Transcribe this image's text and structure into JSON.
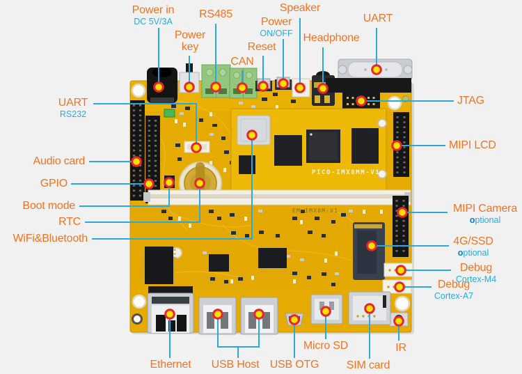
{
  "figure": "annotated single-board computer",
  "colors": {
    "background": "#f1f1f2",
    "label_orange": "#f4731f",
    "label_blue": "#29abe2",
    "line_blue": "#2aa9e0",
    "dot_fill": "#ffe000",
    "dot_ring": "#e5262c",
    "board_yellow": "#e6ab00"
  },
  "board": {
    "som_print": "PICO-IMX8MM-V1",
    "base_print": "EM-IMX8M-V1"
  },
  "callouts": {
    "power_in": {
      "label": "Power in",
      "sub": "DC 5V/3A"
    },
    "power_key": {
      "label": "Power key"
    },
    "rs485": {
      "label": "RS485"
    },
    "can": {
      "label": "CAN"
    },
    "reset": {
      "label": "Reset"
    },
    "power_onoff": {
      "label": "Power",
      "sub": "ON/OFF"
    },
    "speaker": {
      "label": "Speaker"
    },
    "headphone": {
      "label": "Headphone"
    },
    "uart_top": {
      "label": "UART"
    },
    "jtag": {
      "label": "JTAG"
    },
    "mipi_lcd": {
      "label": "MIPI LCD"
    },
    "mipi_camera": {
      "label": "MIPI Camera",
      "sub": "optional"
    },
    "fourg_ssd": {
      "label": "4G/SSD",
      "sub": "optional"
    },
    "debug_m4": {
      "label": "Debug",
      "sub": "Cortex-M4"
    },
    "debug_a7": {
      "label": "Debug",
      "sub": "Cortex-A7"
    },
    "ir": {
      "label": "IR"
    },
    "uart_rs232": {
      "label": "UART",
      "sub": "RS232"
    },
    "audio_card": {
      "label": "Audio card"
    },
    "gpio": {
      "label": "GPIO"
    },
    "boot_mode": {
      "label": "Boot mode"
    },
    "rtc": {
      "label": "RTC"
    },
    "wifi_bt": {
      "label": "WiFi&Bluetooth"
    },
    "ethernet": {
      "label": "Ethernet"
    },
    "usb_host": {
      "label": "USB Host"
    },
    "usb_otg": {
      "label": "USB OTG"
    },
    "micro_sd": {
      "label": "Micro SD"
    },
    "sim_card": {
      "label": "SIM card"
    }
  }
}
